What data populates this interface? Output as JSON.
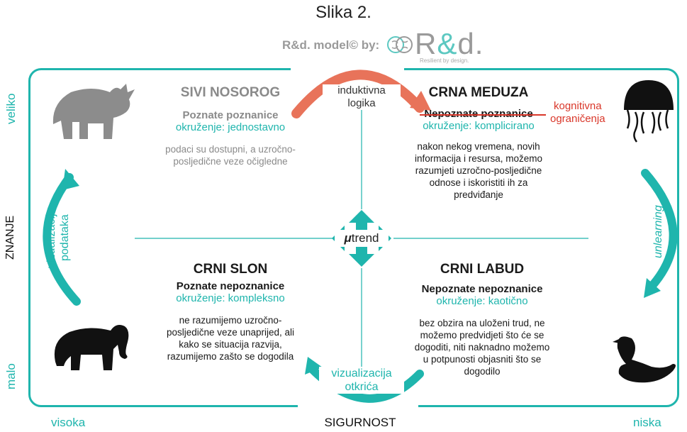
{
  "title": "Slika 2.",
  "brand": {
    "label": "R&d. model© by:",
    "logo_r": "R",
    "logo_amp": "&",
    "logo_d": "d.",
    "tagline": "Resilient by design."
  },
  "axes": {
    "y_title": "ZNANJE",
    "y_high": "veliko",
    "y_low": "malo",
    "x_title": "SIGURNOST",
    "x_left": "visoka",
    "x_right": "niska"
  },
  "center": {
    "mu": "μ",
    "label": "trend"
  },
  "arrows": {
    "top": "induktivna logika",
    "top_line1": "induktivna",
    "top_line2": "logika",
    "left_line1": "vizualizacija",
    "left_line2": "podataka",
    "right": "unlearning",
    "bottom_line1": "vizualizacija",
    "bottom_line2": "otkrića"
  },
  "quadrants": {
    "top_left": {
      "title": "SIVI NOSOROG",
      "subtitle": "Poznate poznanice",
      "env": "okruženje: jednostavno",
      "desc_line1": "podaci su dostupni, a uzročno-",
      "desc_line2": "posljedične veze očigledne",
      "animal": "rhino-icon"
    },
    "top_right": {
      "title": "CRNA MEDUZA",
      "subtitle": "Nepoznate poznanice",
      "env": "okruženje: komplicirano",
      "note_line1": "kognitivna",
      "note_line2": "ograničenja",
      "desc_line1": "nakon nekog vremena, novih",
      "desc_line2": "informacija i resursa, možemo",
      "desc_line3": "razumjeti uzročno-posljedične",
      "desc_line4": "odnose i iskoristiti ih za",
      "desc_line5": "predviđanje",
      "animal": "jellyfish-icon"
    },
    "bottom_left": {
      "title": "CRNI SLON",
      "subtitle": "Poznate nepoznanice",
      "env": "okruženje: kompleksno",
      "desc_line1": "ne razumijemo uzročno-",
      "desc_line2": "posljedične veze unaprijed, ali",
      "desc_line3": "kako se situacija razvija,",
      "desc_line4": "razumijemo zašto se dogodila",
      "animal": "elephant-icon"
    },
    "bottom_right": {
      "title": "CRNI LABUD",
      "subtitle": "Nepoznate nepoznanice",
      "env": "okruženje: kaotično",
      "desc_line1": "bez obzira na uloženi trud, ne",
      "desc_line2": "možemo predvidjeti što će se",
      "desc_line3": "dogoditi, niti naknadno možemo",
      "desc_line4": "u potpunosti objasniti što se",
      "desc_line5": "dogodilo",
      "animal": "swan-icon"
    }
  },
  "colors": {
    "teal": "#1fb5ad",
    "red_arrow": "#e8735a",
    "red_text": "#d9372a",
    "gray": "#8a8a8a",
    "black": "#111111"
  }
}
